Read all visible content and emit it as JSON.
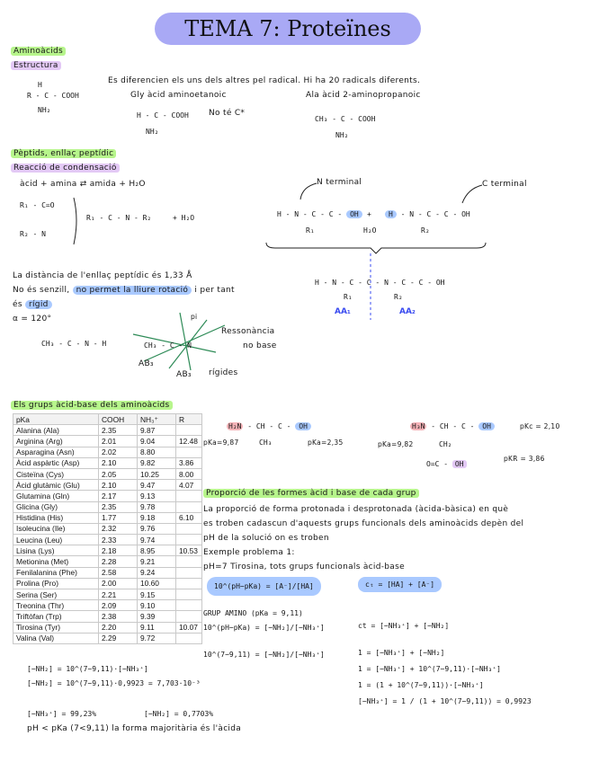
{
  "title": "TEMA 7: Proteïnes",
  "sections": {
    "aminoacids": {
      "heading": "Aminoàcids",
      "subheading": "Estructura",
      "text": "Es diferencien els uns dels altres pel radical. Hi ha 20 radicals diferents.",
      "gly": "Gly àcid aminoetanoic",
      "ala": "Ala àcid 2-aminopropanoic",
      "no_c": "No té C*",
      "struct_left": "R - C - COOH",
      "nh2": "NH₂",
      "h": "H"
    },
    "peptidic": {
      "heading": "Pèptids, enllaç peptídic",
      "subheading": "Reacció de condensació",
      "equation": "àcid + amina  ⇄  amida  +  H₂O",
      "n_terminal": "N terminal",
      "c_terminal": "C terminal",
      "distance": "La distància de l'enllaç peptídic és 1,33 Å",
      "no_rot": "No és senzill,",
      "no_rot_hl": "no permet la lliure rotació",
      "no_rot_end": "i per tant",
      "rigid_pre": "és",
      "rigid_hl": "rígid",
      "angle": "α = 120°",
      "resonance": "Ressonància",
      "no_base": "no base",
      "rigid_label": "rígides",
      "ab3": "AB₃",
      "ab3b": "AB₃",
      "aa1": "AA₁",
      "aa2": "AA₂",
      "h2o": "H₂O",
      "r1": "R₁",
      "r2": "R₂"
    },
    "acid_base": {
      "heading": "Els grups àcid-base dels aminoàcids",
      "table_headers": [
        "pKa",
        "COOH",
        "NH₃⁺",
        "R"
      ],
      "table_rows": [
        [
          "Alanina (Ala)",
          "2.35",
          "9.87",
          ""
        ],
        [
          "Arginina (Arg)",
          "2.01",
          "9.04",
          "12.48"
        ],
        [
          "Asparagina (Asn)",
          "2.02",
          "8.80",
          ""
        ],
        [
          "Àcid aspàrtic (Asp)",
          "2.10",
          "9.82",
          "3.86"
        ],
        [
          "Cisteïna (Cys)",
          "2.05",
          "10.25",
          "8.00"
        ],
        [
          "Àcid glutàmic (Glu)",
          "2.10",
          "9.47",
          "4.07"
        ],
        [
          "Glutamina (Gln)",
          "2.17",
          "9.13",
          ""
        ],
        [
          "Glicina (Gly)",
          "2.35",
          "9.78",
          ""
        ],
        [
          "Histidina (His)",
          "1.77",
          "9.18",
          "6.10"
        ],
        [
          "Isoleucina (Ile)",
          "2.32",
          "9.76",
          ""
        ],
        [
          "Leucina (Leu)",
          "2.33",
          "9.74",
          ""
        ],
        [
          "Lisina (Lys)",
          "2.18",
          "8.95",
          "10.53"
        ],
        [
          "Metionina (Met)",
          "2.28",
          "9.21",
          ""
        ],
        [
          "Fenilalanina (Phe)",
          "2.58",
          "9.24",
          ""
        ],
        [
          "Prolina (Pro)",
          "2.00",
          "10.60",
          ""
        ],
        [
          "Serina (Ser)",
          "2.21",
          "9.15",
          ""
        ],
        [
          "Treonina (Thr)",
          "2.09",
          "9.10",
          ""
        ],
        [
          "Triftòfan (Trp)",
          "2.38",
          "9.39",
          ""
        ],
        [
          "Tirosina (Tyr)",
          "2.20",
          "9.11",
          "10.07"
        ],
        [
          "Valina (Val)",
          "2.29",
          "9.72",
          ""
        ]
      ],
      "mol1_pka1": "pKa=9,87",
      "mol1_pka2": "pKa=2,35",
      "mol1_ch3": "CH₃",
      "mol2_pka1": "pKa=9,82",
      "mol2_pkc": "pKc = 2,10",
      "mol2_pkr": "pKR = 3,86",
      "mol2_ch2": "CH₂"
    },
    "proportion": {
      "heading": "Proporció de les formes àcid i base de cada grup",
      "line1": "La proporció de forma protonada i desprotonada (àcida-bàsica) en què",
      "line2": "es troben cadascun d'aquests grups funcionals dels aminoàcids depèn del",
      "line3": "pH de la solució on es troben",
      "example": "Exemple problema 1:",
      "ph7": "pH=7   Tirosina, tots grups funcionals àcid-base",
      "formula_box": "10^(pH−pKa) = [A⁻]/[HA]",
      "ct_box": "cₜ = [HA] + [A⁻]",
      "grup_amino": "GRUP AMINO  (pKa = 9,11)",
      "eq1": "10^(pH−pKa) = [−NH₂]/[−NH₃⁺]",
      "eq2": "10^(7−9,11) = [−NH₂]/[−NH₃⁺]",
      "eq_ct": "ct = [−NH₃⁺] + [−NH₂]",
      "sum1": "1 = [−NH₃⁺] + [−NH₂]",
      "sum2": "1 = [−NH₃⁺] + 10^(7−9,11)·[−NH₃⁺]",
      "sum3": "1 = (1 + 10^(7−9,11))·[−NH₃⁺]",
      "sum4": "[−NH₃⁺] = 1 / (1 + 10^(7−9,11)) = 0,9923",
      "res1": "[−NH₂] = 10^(7−9,11)·[−NH₃⁺]",
      "res2": "[−NH₂] = 10^(7−9,11)·0,9923 = 7,703·10⁻³",
      "pct1": "[−NH₃⁺] = 99,23%",
      "pct2": "[−NH₂] = 0,7703%",
      "conclusion": "pH < pKa (7<9,11)  la forma majoritària és l'àcida"
    }
  },
  "colors": {
    "title_bg": "#a9a9f5",
    "green_hl": "#b7f58c",
    "purple_hl": "#e3c9f5",
    "blue_hl": "#a9c9ff",
    "red_hl": "#f6b3b8",
    "aa_blue": "#3b4cf0",
    "teal_line": "#2e8b57"
  }
}
